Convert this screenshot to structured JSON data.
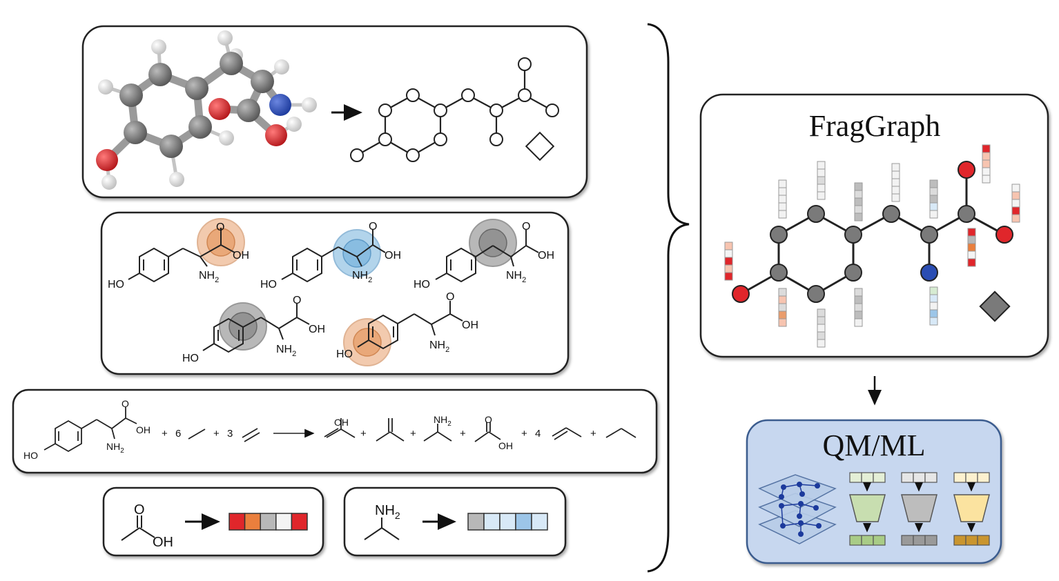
{
  "fraggraph": {
    "title": "FragGraph"
  },
  "qmml": {
    "title": "QM/ML"
  },
  "labels": {
    "ho": "HO",
    "oh": "OH",
    "o": "O",
    "nh2_n": "NH",
    "nh2_sub": "2"
  },
  "reaction": {
    "coef_ethane": "6",
    "coef_ethene": "3",
    "coef_propene": "4",
    "plus": "+"
  },
  "colors": {
    "carbon": "#707070",
    "oxygen": "#e0262b",
    "nitrogen": "#2a4db3",
    "hydrogen": "#f2f2f2",
    "highlight_orange": "#e8a06c",
    "highlight_blue": "#7fb8df",
    "highlight_gray": "#8a8a8a",
    "qmml_panel": "#c7d7ef",
    "layer_green": "#c8deb0",
    "layer_gray": "#bdbdbd",
    "layer_yellow": "#fbe3a0"
  }
}
